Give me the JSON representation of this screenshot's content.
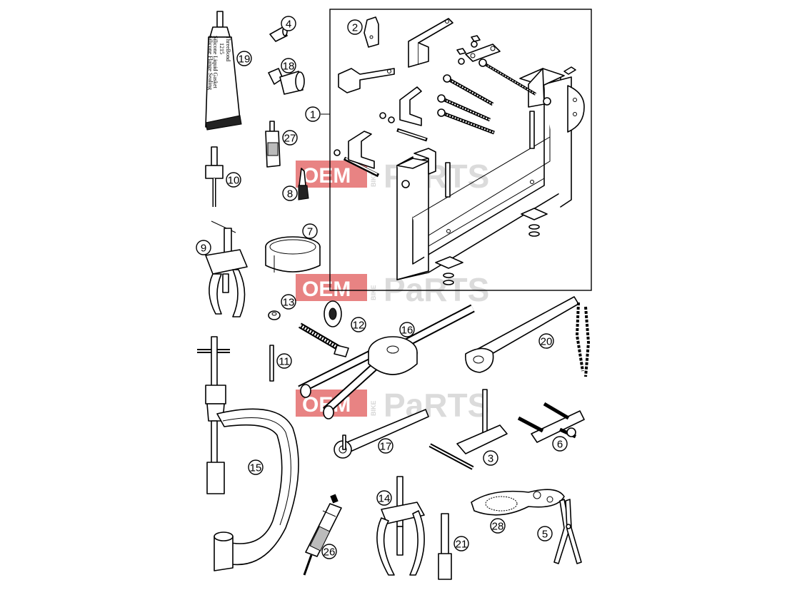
{
  "diagram": {
    "part_numbers": [
      "1",
      "2",
      "3",
      "4",
      "5",
      "6",
      "7",
      "8",
      "9",
      "10",
      "11",
      "12",
      "13",
      "14",
      "15",
      "16",
      "17",
      "18",
      "19",
      "20",
      "21",
      "26",
      "27",
      "28"
    ],
    "tube_label": {
      "brand": "ThreeBond",
      "code": "1215",
      "line1": "Silicone Liquid Gasket",
      "line2": "Silicone Flange Sealing"
    }
  },
  "watermark": {
    "oem": "OEM",
    "bike": "BIKE",
    "parts": "PaRTS"
  },
  "colors": {
    "watermark_red": "#e05a5a",
    "line": "#000000",
    "background": "#ffffff"
  }
}
